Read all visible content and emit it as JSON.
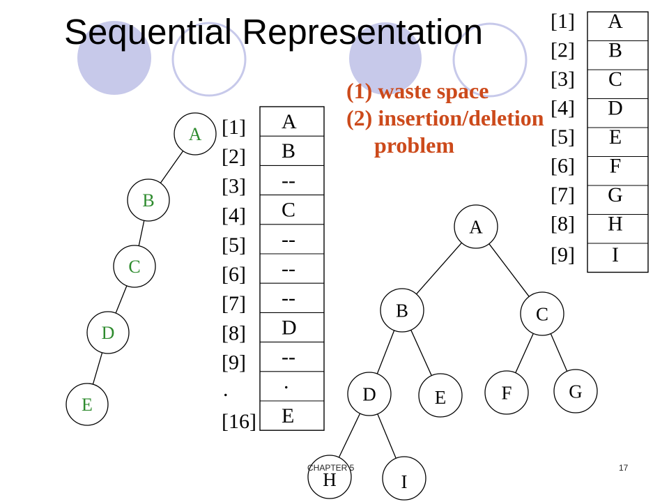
{
  "slide": {
    "title": "Sequential Representation",
    "footer": "CHAPTER 5",
    "page_number": "17"
  },
  "notes": {
    "line1": "(1) waste space",
    "line2": "(2) insertion/deletion",
    "line3": "problem"
  },
  "skewed_tree": {
    "nodes": [
      "A",
      "B",
      "C",
      "D",
      "E"
    ]
  },
  "skewed_array": {
    "indices": [
      "[1]",
      "[2]",
      "[3]",
      "[4]",
      "[5]",
      "[6]",
      "[7]",
      "[8]",
      "[9]",
      ".",
      "[16]"
    ],
    "values": [
      "A",
      "B",
      "--",
      "C",
      "--",
      "--",
      "--",
      "D",
      "--",
      ".",
      "E"
    ]
  },
  "complete_tree": {
    "nodes": [
      "A",
      "B",
      "C",
      "D",
      "E",
      "F",
      "G",
      "H",
      "I"
    ]
  },
  "complete_array": {
    "indices": [
      "[1]",
      "[2]",
      "[3]",
      "[4]",
      "[5]",
      "[6]",
      "[7]",
      "[8]",
      "[9]"
    ],
    "values": [
      "A",
      "B",
      "C",
      "D",
      "E",
      "F",
      "G",
      "H",
      "I"
    ]
  },
  "colors": {
    "notes_text": "#cc4a1b",
    "skewed_tree_labels": "#2e8b2e",
    "decor_circles": "#c7c9ea"
  }
}
